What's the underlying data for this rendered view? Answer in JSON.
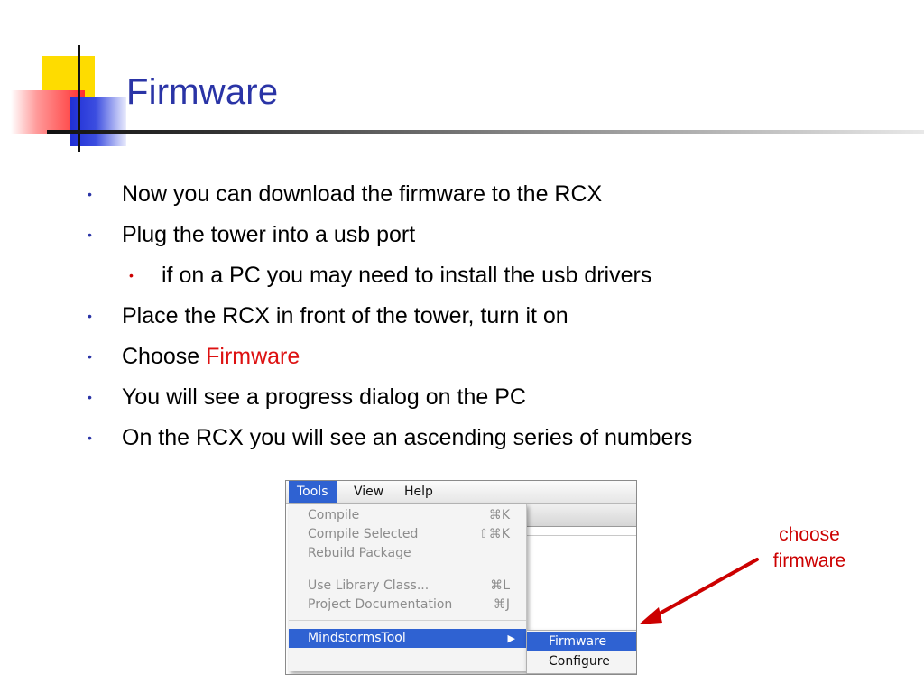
{
  "slide": {
    "title": "Firmware",
    "bullets": [
      {
        "text": "Now you can download the firmware to the RCX",
        "level": 1
      },
      {
        "text": "Plug the tower into a usb port",
        "level": 1
      },
      {
        "text": "if on a PC you may need to install the usb drivers",
        "level": 2
      },
      {
        "text": "Place the RCX in front of the tower, turn it on",
        "level": 1
      },
      {
        "text": "Choose ",
        "highlight": "Firmware",
        "level": 1
      },
      {
        "text": "You will see a progress dialog on the PC",
        "level": 1
      },
      {
        "text": "On the RCX you will see an ascending series of numbers",
        "level": 1
      }
    ],
    "bullet_glyph": "•",
    "colors": {
      "title": "#2a34a6",
      "highlight": "#dd1111",
      "callout": "#cc0000",
      "menu_selection": "#2f62d2"
    }
  },
  "screenshot": {
    "menubar": [
      "Tools",
      "View",
      "Help"
    ],
    "menu_items": [
      {
        "label": "Compile",
        "shortcut": "⌘K"
      },
      {
        "label": "Compile Selected",
        "shortcut": "⇧⌘K"
      },
      {
        "label": "Rebuild Package",
        "shortcut": ""
      },
      {
        "label": "Use Library Class...",
        "shortcut": "⌘L"
      },
      {
        "label": "Project Documentation",
        "shortcut": "⌘J"
      },
      {
        "label": "MindstormsTool",
        "shortcut": ""
      }
    ],
    "submenu_arrow": "▶",
    "submenu": [
      "Firmware",
      "Configure"
    ]
  },
  "callout": {
    "line1": "choose",
    "line2": "firmware",
    "arrow_color": "#cc0000"
  }
}
